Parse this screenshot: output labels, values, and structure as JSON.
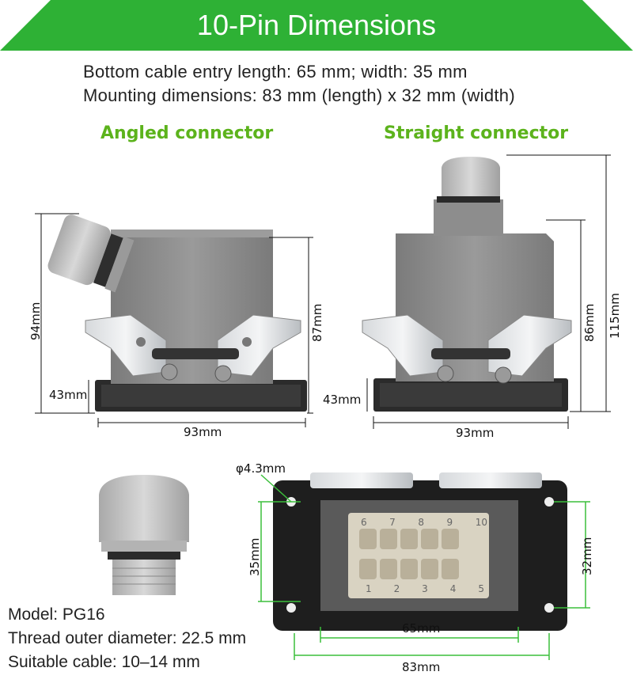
{
  "header": {
    "title": "10-Pin Dimensions"
  },
  "specs": {
    "line1": "Bottom cable entry length: 65 mm; width: 35 mm",
    "line2": "Mounting dimensions: 83 mm (length) x 32 mm (width)"
  },
  "angled": {
    "title": "Angled connector",
    "height_label": "94mm",
    "height2_label": "87mm",
    "base_label": "43mm",
    "width_label": "93mm"
  },
  "straight": {
    "title": "Straight connector",
    "height_label": "86mm",
    "total_label": "115mm",
    "base_label": "43mm",
    "width_label": "93mm"
  },
  "insert": {
    "hole_label": "φ4.3mm",
    "height_label": "35mm",
    "mount_height_label": "32mm",
    "inner_width_label": "65mm",
    "outer_width_label": "83mm",
    "pins_top": [
      "6",
      "7",
      "8",
      "9",
      "10"
    ],
    "pins_bottom": [
      "1",
      "2",
      "3",
      "4",
      "5"
    ]
  },
  "gland": {
    "model": "Model: PG16",
    "thread": "Thread outer diameter: 22.5 mm",
    "cable": "Suitable cable: 10–14 mm"
  },
  "colors": {
    "accent": "#2eb135",
    "heading": "#5cb31c",
    "housing": "#8a8a8a",
    "dim_line": "#3bbf3b"
  }
}
